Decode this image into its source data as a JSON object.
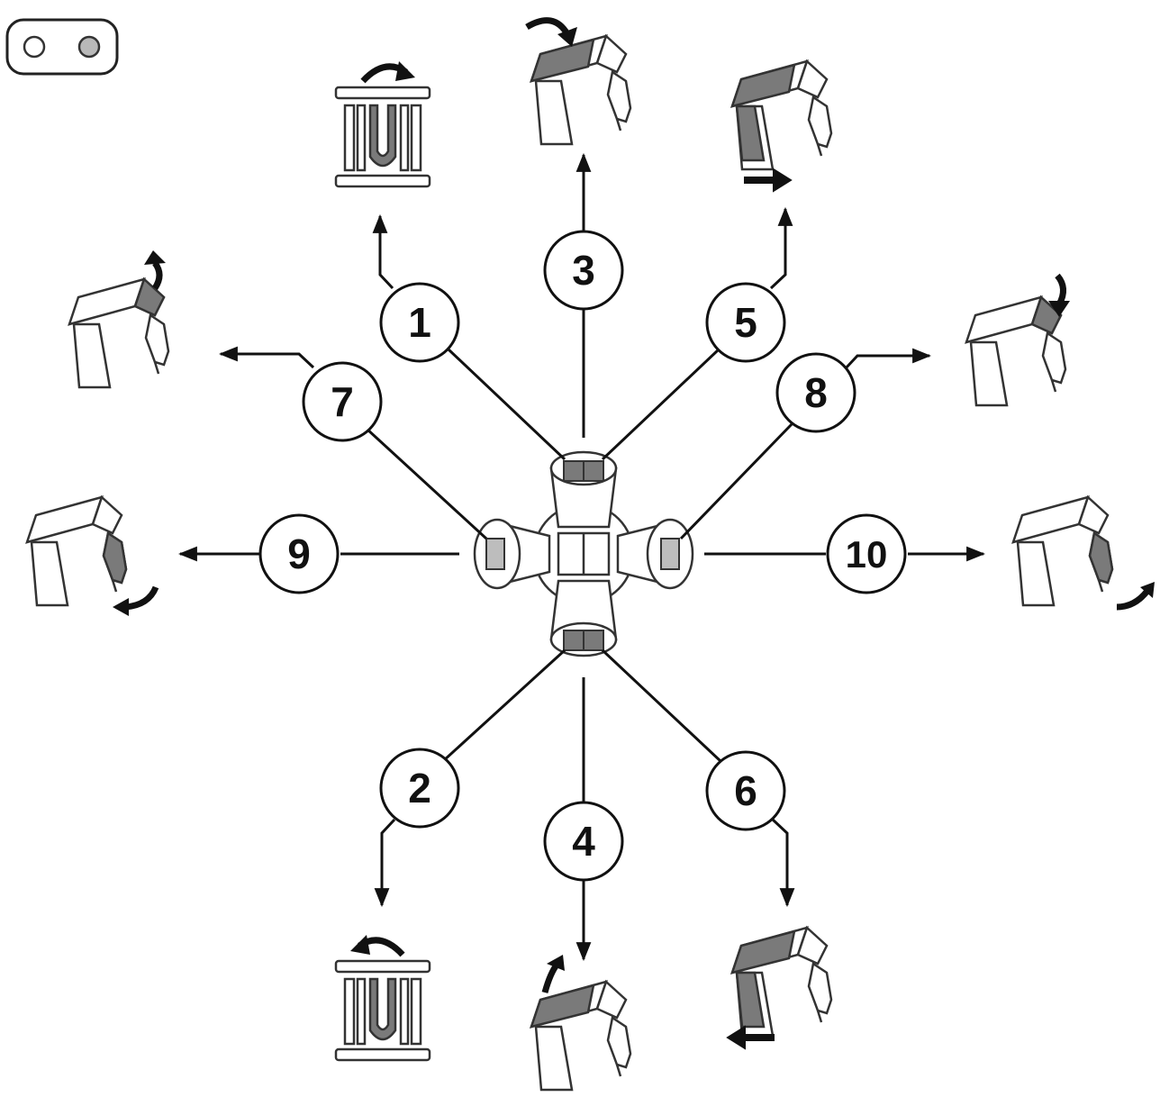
{
  "diagram": {
    "mode_indicator": {
      "icon": "two-position-toggle-icon",
      "active_color": "#b9b9b9"
    },
    "colors": {
      "line": "#111111",
      "highlight": "#7a7a7a",
      "light_highlight": "#bdbdbd",
      "outline": "#333333",
      "fill": "#ffffff"
    },
    "controls": [
      {
        "id": "1",
        "label": "1",
        "icon": "track-turn-right-icon"
      },
      {
        "id": "2",
        "label": "2",
        "icon": "track-turn-left-icon"
      },
      {
        "id": "3",
        "label": "3",
        "icon": "boom-lower-icon"
      },
      {
        "id": "4",
        "label": "4",
        "icon": "boom-raise-icon"
      },
      {
        "id": "5",
        "label": "5",
        "icon": "swing-right-icon"
      },
      {
        "id": "6",
        "label": "6",
        "icon": "swing-left-icon"
      },
      {
        "id": "7",
        "label": "7",
        "icon": "arm-raise-icon"
      },
      {
        "id": "8",
        "label": "8",
        "icon": "arm-lower-icon"
      },
      {
        "id": "9",
        "label": "9",
        "icon": "bucket-curl-icon"
      },
      {
        "id": "10",
        "label": "10",
        "icon": "bucket-dump-icon"
      }
    ]
  }
}
